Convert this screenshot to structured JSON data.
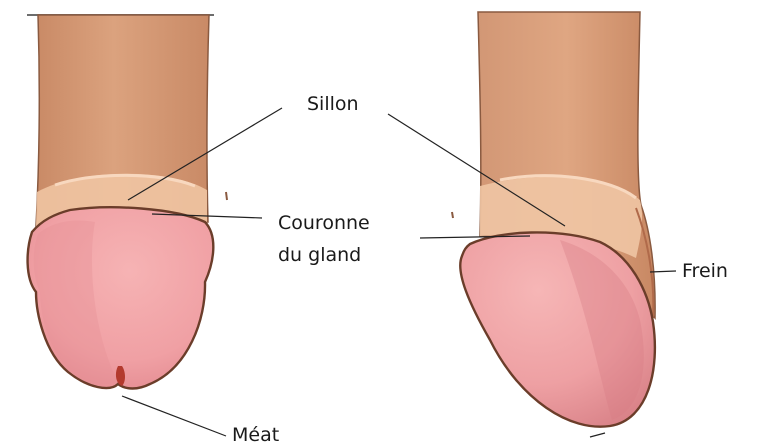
{
  "labels": {
    "sillon": "Sillon",
    "couronne_line1": "Couronne",
    "couronne_line2": "du gland",
    "frein": "Frein",
    "meat": "Méat"
  },
  "colors": {
    "skin": "#d9a07c",
    "skin_light": "#f0c7a6",
    "glans": "#f2a6a8",
    "glans_dark": "#e58d92",
    "outline": "#6b3d2a",
    "leader": "#222222"
  }
}
